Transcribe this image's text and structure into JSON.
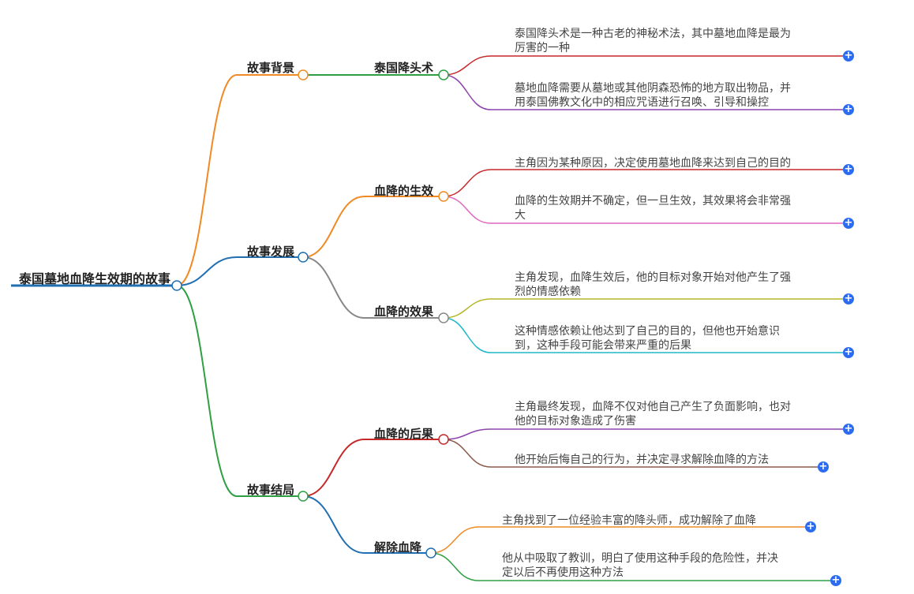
{
  "root": "泰国墓地血降生效期的故事",
  "branches": [
    {
      "label": "故事背景",
      "children": [
        {
          "label": "泰国降头术",
          "leaves": [
            [
              "泰国降头术是一种古老的神秘术法，其中墓地血降是最为",
              "厉害的一种"
            ],
            [
              "墓地血降需要从墓地或其他阴森恐怖的地方取出物品，并",
              "用泰国佛教文化中的相应咒语进行召唤、引导和操控"
            ]
          ]
        }
      ]
    },
    {
      "label": "故事发展",
      "children": [
        {
          "label": "血降的生效",
          "leaves": [
            [
              "主角因为某种原因，决定使用墓地血降来达到自己的目的"
            ],
            [
              "血降的生效期并不确定，但一旦生效，其效果将会非常强",
              "大"
            ]
          ]
        },
        {
          "label": "血降的效果",
          "leaves": [
            [
              "主角发现，血降生效后，他的目标对象开始对他产生了强",
              "烈的情感依赖"
            ],
            [
              "这种情感依赖让他达到了自己的目的，但他也开始意识",
              "到，这种手段可能会带来严重的后果"
            ]
          ]
        }
      ]
    },
    {
      "label": "故事结局",
      "children": [
        {
          "label": "血降的后果",
          "leaves": [
            [
              "主角最终发现，血降不仅对他自己产生了负面影响，也对",
              "他的目标对象造成了伤害"
            ],
            [
              "他开始后悔自己的行为，并决定寻求解除血降的方法"
            ]
          ]
        },
        {
          "label": "解除血降",
          "leaves": [
            [
              "主角找到了一位经验丰富的降头师，成功解除了血降"
            ],
            [
              "他从中吸取了教训，明白了使用这种手段的危险性，并决",
              "定以后不再使用这种方法"
            ]
          ]
        }
      ]
    }
  ],
  "colors": {
    "root_line": "#1f6fb2",
    "branch": [
      "#f08a24",
      "#1f6fb2",
      "#2ea043"
    ],
    "sub": [
      "#2ea043",
      "#f08a24",
      "#888888",
      "#c62828",
      "#1f6fb2"
    ],
    "leaf": [
      "#c62828",
      "#8e44ad",
      "#c62828",
      "#e066c0",
      "#b5b52a",
      "#20b8c8",
      "#8e44ad",
      "#8b5a4a",
      "#f08a24",
      "#2ea043"
    ],
    "plus": "#2b6cf0"
  }
}
